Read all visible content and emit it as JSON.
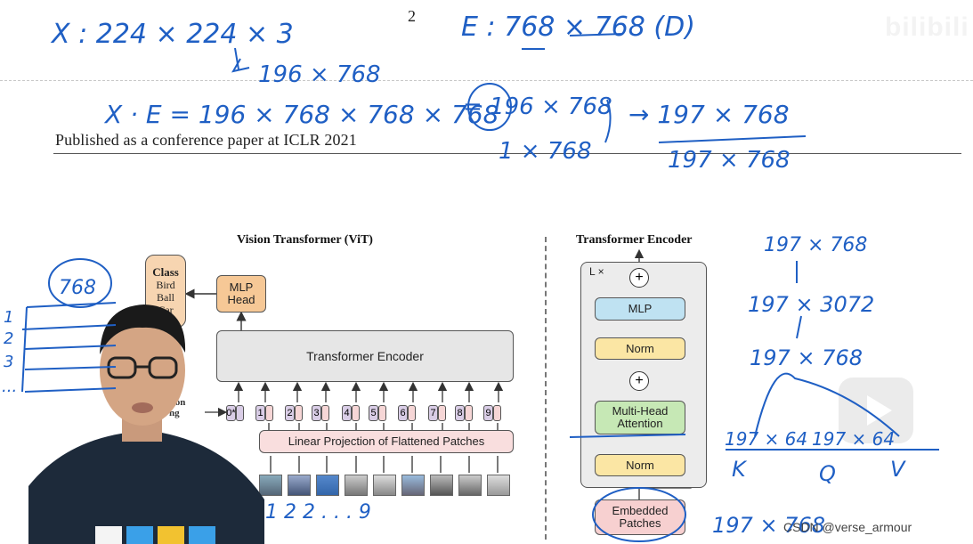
{
  "page": {
    "number": "2",
    "header": "Published as a conference paper at ICLR 2021"
  },
  "figure": {
    "vit_title": "Vision Transformer (ViT)",
    "encoder_title": "Transformer Encoder",
    "class_box": {
      "title": "Class",
      "items": [
        "Bird",
        "Ball",
        "Car"
      ]
    },
    "mlp_head": "MLP\nHead",
    "transformer_encoder": "Transformer Encoder",
    "linear_projection": "Linear Projection of Flattened Patches",
    "class_token": "0*",
    "token_labels": [
      "1",
      "2",
      "3",
      "4",
      "5",
      "6",
      "7",
      "8",
      "9"
    ],
    "partial_left_text": "tion\nng",
    "encoder_block": {
      "repeat_label": "L ×",
      "mlp": "MLP",
      "norm_top": "Norm",
      "multi_head_attention": "Multi-Head\nAttention",
      "norm_bottom": "Norm",
      "embedded_patches": "Embedded\nPatches",
      "add_symbol": "+"
    }
  },
  "annotations": {
    "line1": "X : 224 × 224 × 3",
    "line1b": "196 × 768",
    "line_e": "E : 768 × 768 (D)",
    "line2": "X · E = 196 × 768 × 768 × 768",
    "line3a": "= 196 × 768",
    "line3b": "1 × 768",
    "line3c": "→ 197 × 768",
    "line3d": "197 × 768",
    "right1": "197 × 768",
    "right2": "197 × 3072",
    "right3": "197 × 768",
    "right4": "197 × 64",
    "right5": "197 × 64",
    "kqv": [
      "K",
      "Q",
      "V"
    ],
    "bottom_right": "197 × 768",
    "left_circle": "768",
    "left_numbers": [
      "1",
      "2",
      "3",
      "..."
    ],
    "patch_numbers": "1  2  2   . . .   9"
  },
  "overlay": {
    "watermark": "CSDN @verse_armour",
    "logo": "bilibili"
  },
  "colors": {
    "ink": "#1f5fc4",
    "mlp_head": "#f6c896",
    "class_box": "#f7d5b1",
    "encoder": "#e6e6e6",
    "projection": "#f9dede",
    "mlp_block": "#bfe2f2",
    "norm": "#fbe6a4",
    "attention": "#c6e8b5",
    "embedded": "#f7d0d0"
  }
}
